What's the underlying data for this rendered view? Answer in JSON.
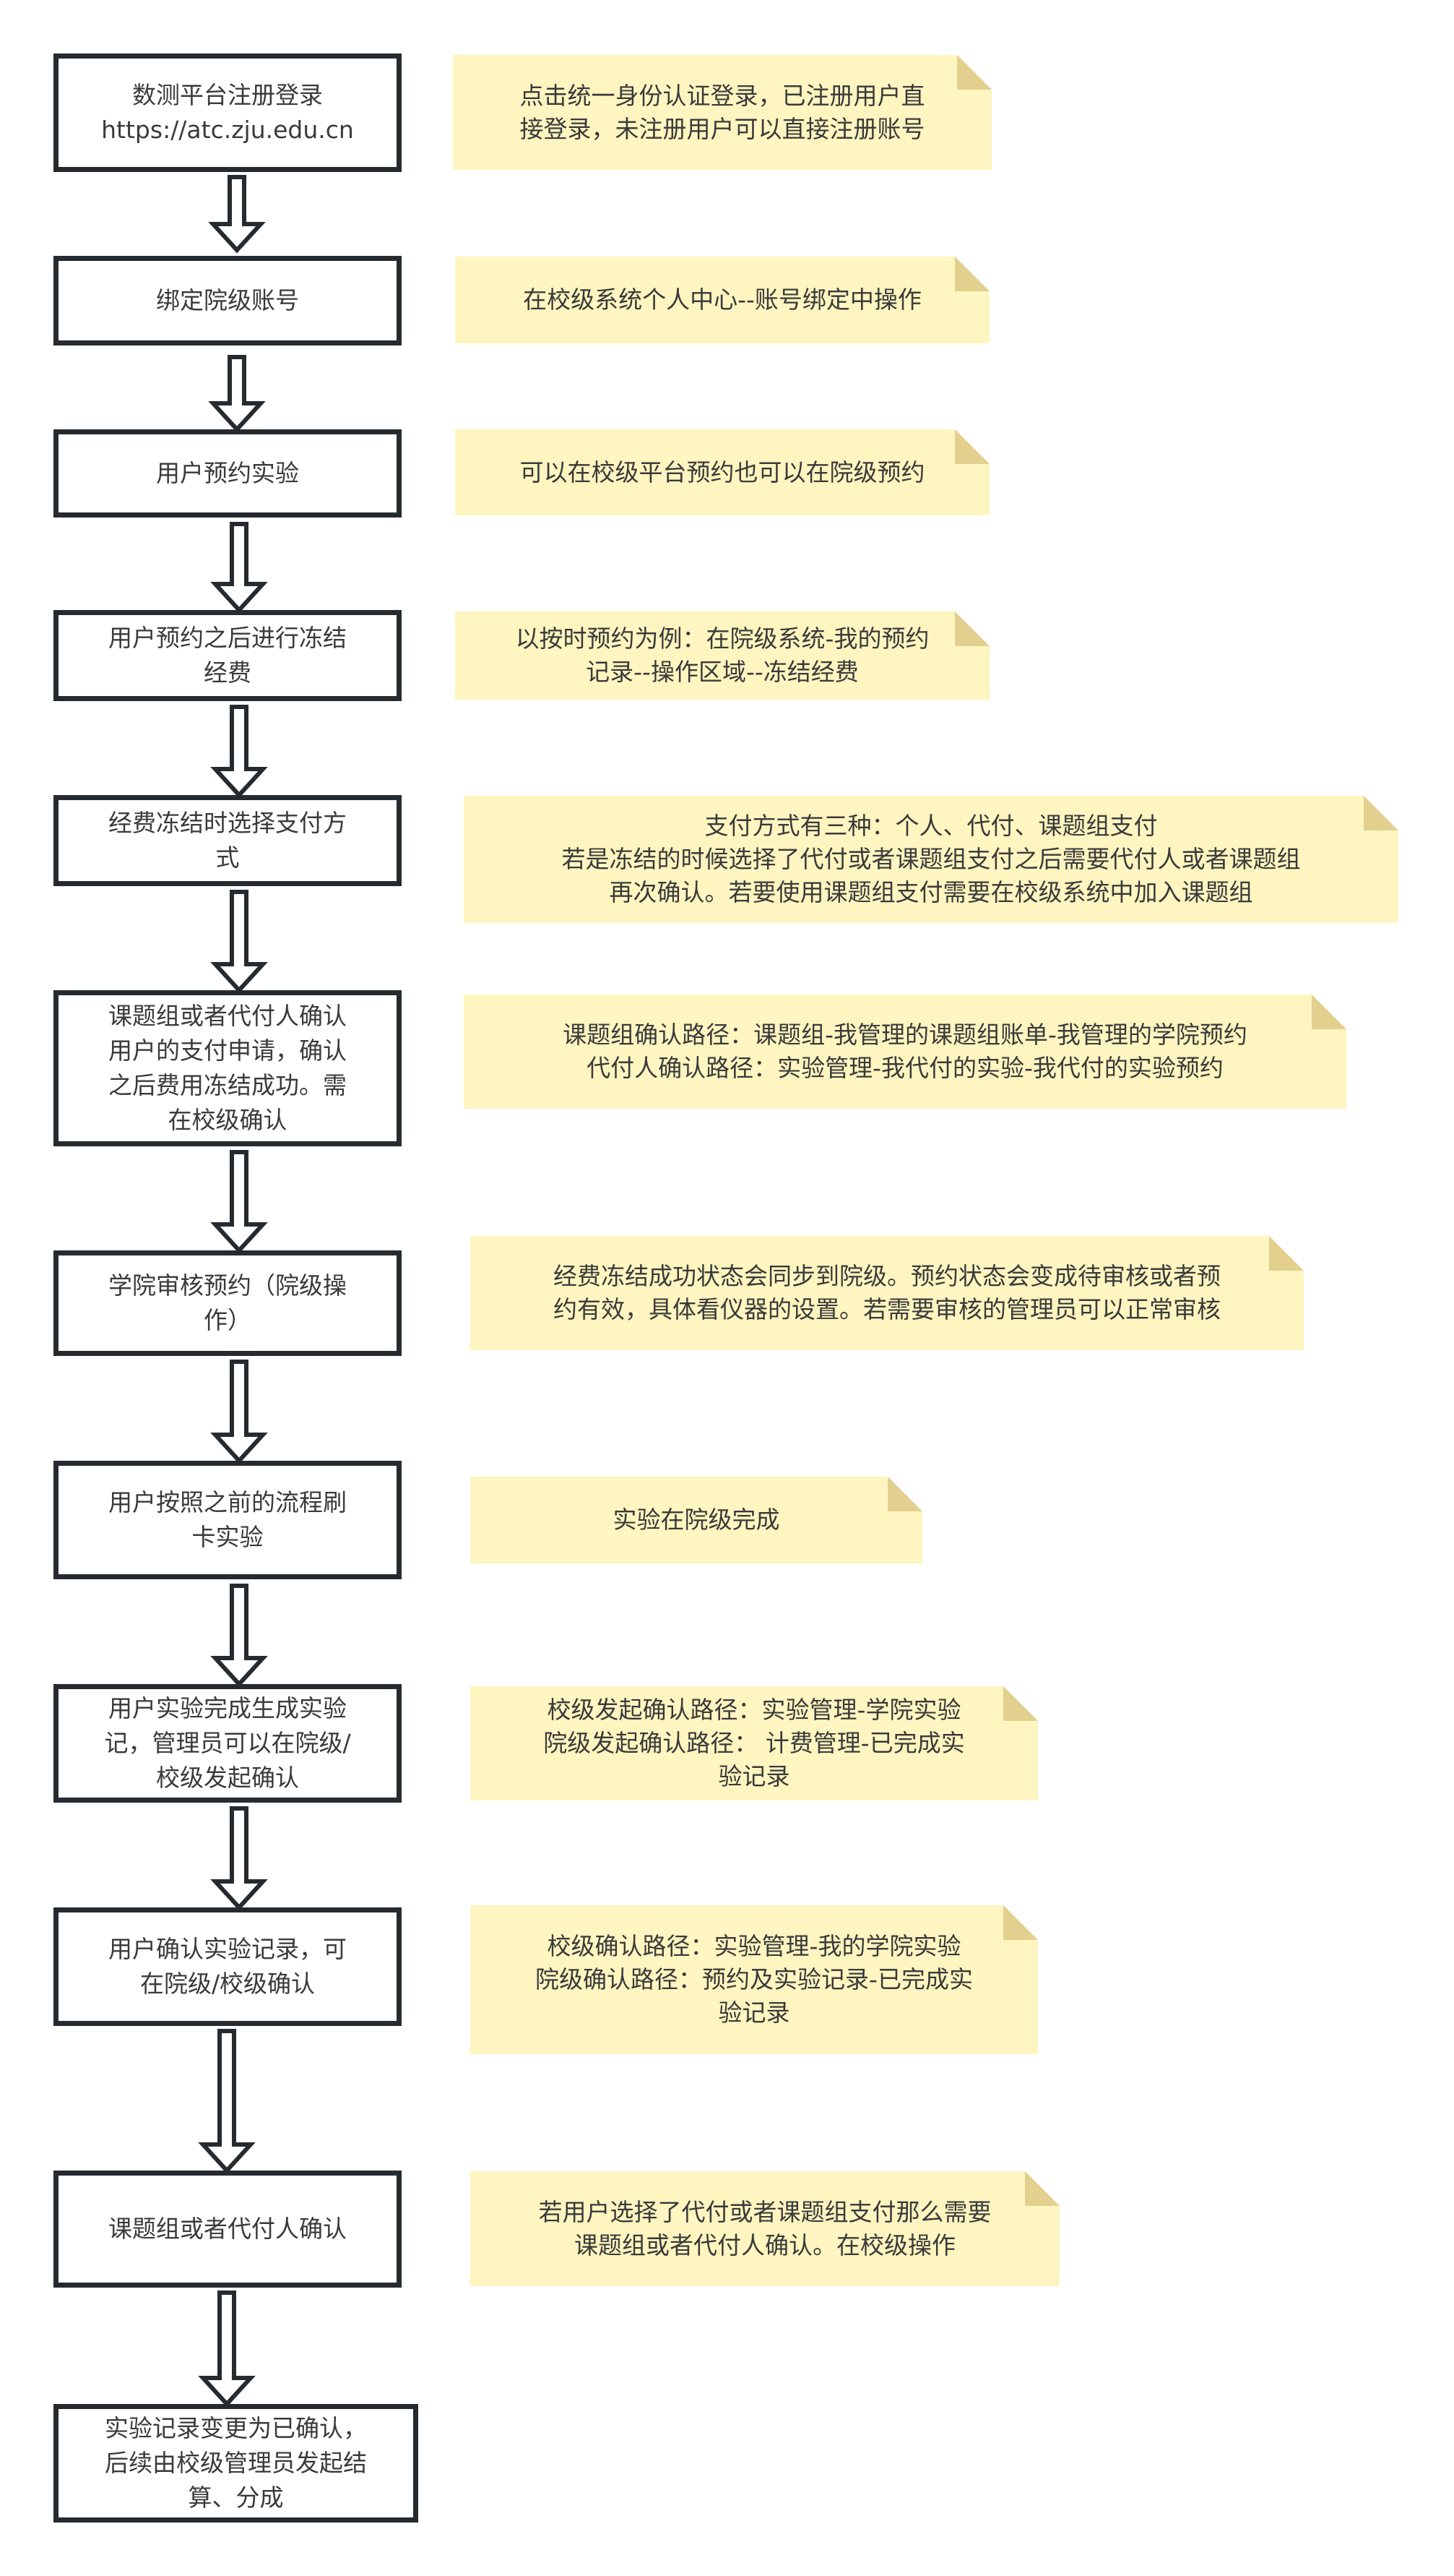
{
  "steps": [
    {
      "text": "数测平台注册登录\nhttps://atc.zju.edu.cn"
    },
    {
      "text": "绑定院级账号"
    },
    {
      "text": "用户预约实验"
    },
    {
      "text": "用户预约之后进行冻结\n经费"
    },
    {
      "text": "经费冻结时选择支付方\n式"
    },
    {
      "text": "课题组或者代付人确认\n用户的支付申请，确认\n之后费用冻结成功。需\n在校级确认"
    },
    {
      "text": "学院审核预约（院级操\n作）"
    },
    {
      "text": "用户按照之前的流程刷\n卡实验"
    },
    {
      "text": "用户实验完成生成实验\n记，管理员可以在院级/\n校级发起确认"
    },
    {
      "text": "用户确认实验记录，可\n在院级/校级确认"
    },
    {
      "text": "课题组或者代付人确认"
    },
    {
      "text": "实验记录变更为已确认，\n后续由校级管理员发起结\n算、分成"
    }
  ],
  "notes": [
    {
      "text": "点击统一身份认证登录，已注册用户直\n接登录，未注册用户可以直接注册账号"
    },
    {
      "text": "在校级系统个人中心--账号绑定中操作"
    },
    {
      "text": "可以在校级平台预约也可以在院级预约"
    },
    {
      "text": "以按时预约为例：在院级系统-我的预约\n记录--操作区域--冻结经费"
    },
    {
      "text": "支付方式有三种：个人、代付、课题组支付\n若是冻结的时候选择了代付或者课题组支付之后需要代付人或者课题组\n再次确认。若要使用课题组支付需要在校级系统中加入课题组"
    },
    {
      "text": "课题组确认路径：课题组-我管理的课题组账单-我管理的学院预约\n代付人确认路径：实验管理-我代付的实验-我代付的实验预约"
    },
    {
      "text": "经费冻结成功状态会同步到院级。预约状态会变成待审核或者预\n约有效，具体看仪器的设置。若需要审核的管理员可以正常审核"
    },
    {
      "text": "实验在院级完成"
    },
    {
      "text": "校级发起确认路径：实验管理-学院实验\n院级发起确认路径： 计费管理-已完成实\n验记录"
    },
    {
      "text": "校级确认路径：实验管理-我的学院实验\n院级确认路径：预约及实验记录-已完成实\n验记录"
    },
    {
      "text": "若用户选择了代付或者课题组支付那么需要\n课题组或者代付人确认。在校级操作"
    }
  ],
  "colors": {
    "box_border": "#262b30",
    "note_fill": "#fef5c0",
    "note_fold": "#e3d08e",
    "text": "#3a3a3a"
  }
}
